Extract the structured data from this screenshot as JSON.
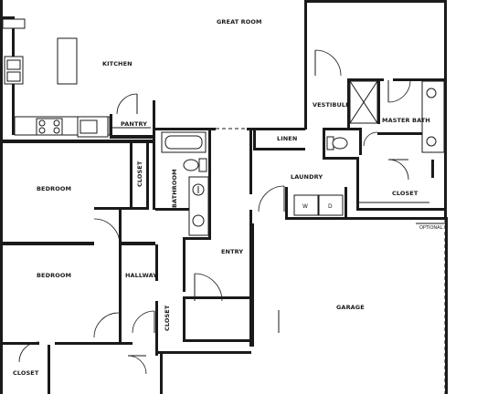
{
  "rooms": {
    "great_room": "GREAT ROOM",
    "kitchen": "KITCHEN",
    "pantry": "PANTRY",
    "vestibule": "VESTIBULE",
    "master_bath": "MASTER BATH",
    "linen": "LINEN",
    "laundry": "LAUNDRY",
    "master_closet": "CLOSET",
    "bedroom_1": "BEDROOM",
    "bedroom_closet": "CLOSET",
    "bathroom": "BATHROOM",
    "entry": "ENTRY",
    "bedroom_2": "BEDROOM",
    "hallway": "HALLWAY",
    "hall_closet": "CLOSET",
    "bottom_closet": "CLOSET",
    "garage": "GARAGE",
    "optional": "OPTIONAL"
  },
  "appliances": {
    "washer": "W",
    "dryer": "D"
  }
}
